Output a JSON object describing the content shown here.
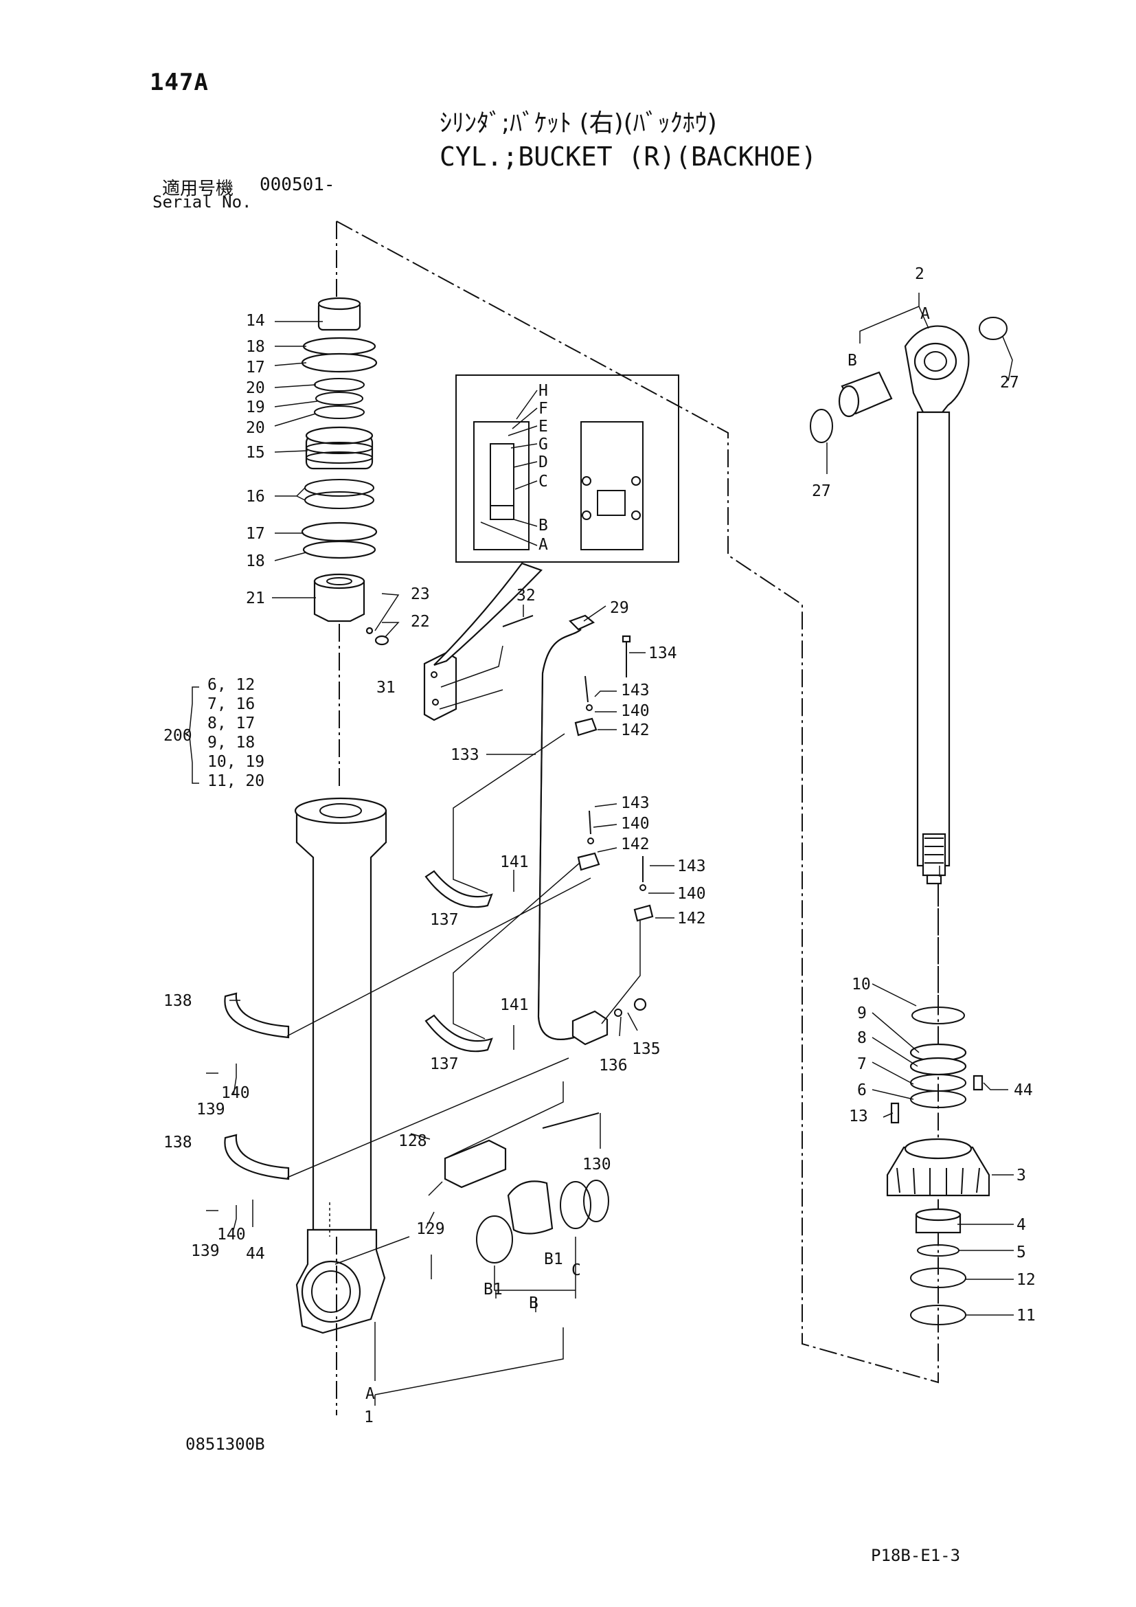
{
  "header": {
    "page_number": "147A",
    "title_jp": "ｼﾘﾝﾀﾞ;ﾊﾞｹｯﾄ (右)(ﾊﾞｯｸﾎｳ)",
    "title_en": "CYL.;BUCKET (R)(BACKHOE)",
    "serial_label_jp": "適用号機",
    "serial_label_en": "Serial No.",
    "serial_value": "000501-"
  },
  "footer": {
    "drawing_code": "0851300B",
    "page_ref": "P18B-E1-3"
  },
  "callouts": {
    "c14": "14",
    "c18a": "18",
    "c17a": "17",
    "c20a": "20",
    "c19": "19",
    "c20b": "20",
    "c15": "15",
    "c16": "16",
    "c17b": "17",
    "c18b": "18",
    "c21": "21",
    "c23": "23",
    "c22": "22",
    "c32": "32",
    "c29": "29",
    "c134": "134",
    "c31": "31",
    "c143a": "143",
    "c140a": "140",
    "c142a": "142",
    "c133": "133",
    "c143b": "143",
    "c140b": "140",
    "c142b": "142",
    "c141a": "141",
    "c137a": "137",
    "c143c": "143",
    "c140c": "140",
    "c142c": "142",
    "c138a": "138",
    "c141b": "141",
    "c137b": "137",
    "c135": "135",
    "c136": "136",
    "c139a": "139",
    "c140d": "140",
    "c138b": "138",
    "c128": "128",
    "c130": "130",
    "c129": "129",
    "c139b": "139",
    "c140e": "140",
    "c44a": "44",
    "c1": "1",
    "c2": "2",
    "c27a": "27",
    "c27b": "27",
    "c10": "10",
    "c9": "9",
    "c8": "8",
    "c7": "7",
    "c6": "6",
    "c44b": "44",
    "c13": "13",
    "c3": "3",
    "c4": "4",
    "c5": "5",
    "c12": "12",
    "c11": "11",
    "lA_rod": "A",
    "lB_rod": "B",
    "lA_tube": "A",
    "lB1a": "B1",
    "lB1b": "B1",
    "lB_tube": "B",
    "lC_tube": "C"
  },
  "kit_200": {
    "number": "200",
    "rows": [
      "6,  12",
      "7,  16",
      "8,  17",
      "9,  18",
      "10,  19",
      "11,  20"
    ]
  },
  "detail_inset": {
    "labels": [
      "H",
      "F",
      "E",
      "G",
      "D",
      "C",
      "B",
      "A"
    ]
  }
}
